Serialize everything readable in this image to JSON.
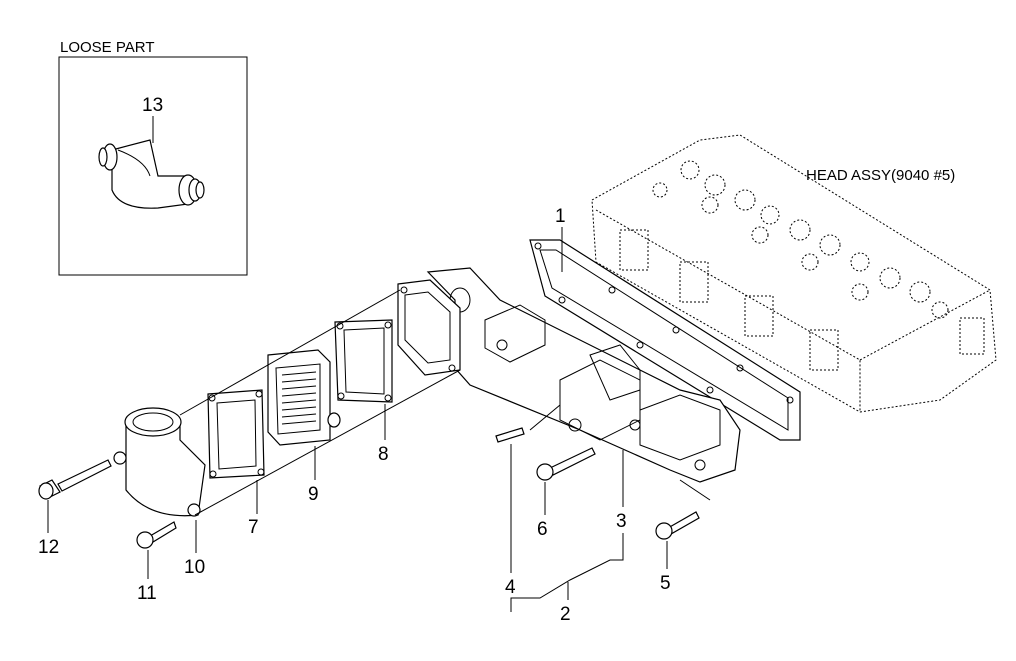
{
  "loose_part": {
    "caption": "LOOSE PART",
    "part_no": "13"
  },
  "head_assy": {
    "caption": "HEAD ASSY(9040 #5)"
  },
  "labels": {
    "p1": "1",
    "p2": "2",
    "p3": "3",
    "p4": "4",
    "p5": "5",
    "p6": "6",
    "p7": "7",
    "p8": "8",
    "p9": "9",
    "p10": "10",
    "p11": "11",
    "p12": "12"
  }
}
